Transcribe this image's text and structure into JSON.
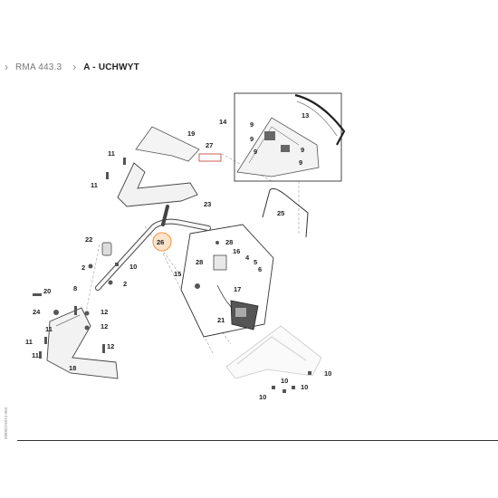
{
  "breadcrumb": {
    "items": [
      {
        "label": "RMA 443.3",
        "current": false
      },
      {
        "label": "A - UCHWYT",
        "current": true
      }
    ],
    "separator_icon": "chevron-right-icon"
  },
  "diagram": {
    "highlight_color": "#f2a55a",
    "highlighted_part": "26",
    "callouts": [
      "2",
      "2",
      "4",
      "5",
      "6",
      "8",
      "9",
      "9",
      "9",
      "9",
      "9",
      "10",
      "10",
      "10",
      "10",
      "10",
      "11",
      "11",
      "11",
      "11",
      "11",
      "12",
      "12",
      "12",
      "13",
      "14",
      "15",
      "16",
      "17",
      "18",
      "19",
      "20",
      "21",
      "22",
      "23",
      "24",
      "25",
      "26",
      "27",
      "28",
      "28"
    ]
  },
  "side_code": "I0000274074\n003"
}
